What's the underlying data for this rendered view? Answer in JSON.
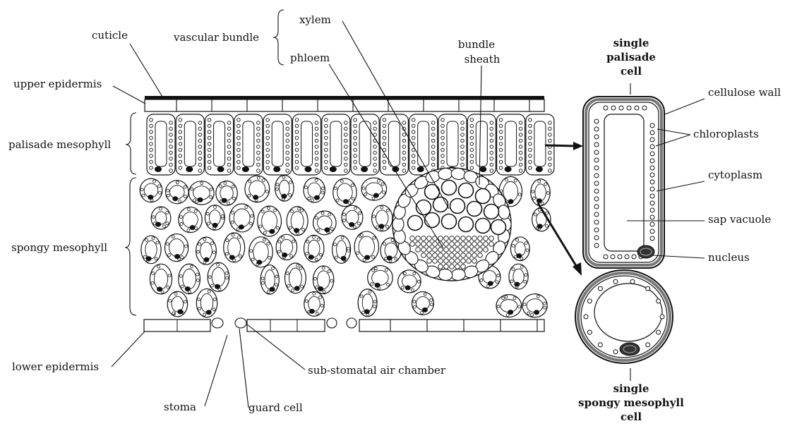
{
  "labels": {
    "cuticle": "cuticle",
    "vascular_bundle": "vascular bundle",
    "xylem": "xylem",
    "phloem": "phloem",
    "bundle_sheath_1": "bundle",
    "bundle_sheath_2": "sheath",
    "upper_epidermis": "upper epidermis",
    "palisade_mesophyll": "palisade mesophyll",
    "spongy_mesophyll": "spongy mesophyll",
    "lower_epidermis": "lower epidermis",
    "stoma": "stoma",
    "guard_cell": "guard cell",
    "sub_stomatal_air_chamber": "sub-stomatal air chamber",
    "single_palisade_cell_1": "single",
    "single_palisade_cell_2": "palisade",
    "single_palisade_cell_3": "cell",
    "cellulose_wall": "cellulose wall",
    "chloroplasts": "chloroplasts",
    "cytoplasm": "cytoplasm",
    "sap_vacuole": "sap vacuole",
    "nucleus": "nucleus",
    "single_spongy_cell_1": "single",
    "single_spongy_cell_2": "spongy mesophyll",
    "single_spongy_cell_3": "cell"
  }
}
